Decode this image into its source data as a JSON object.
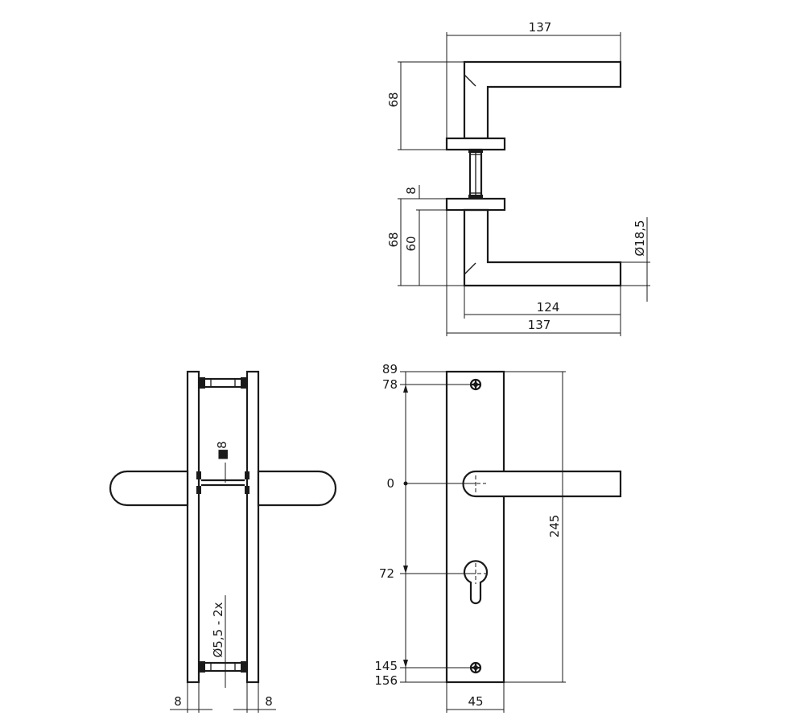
{
  "top_view": {
    "dims": {
      "top_length": "137",
      "top_height": "68",
      "rose_thickness": "8",
      "bottom_height": "68",
      "bottom_inner": "60",
      "grip_diameter": "Ø18,5",
      "bottom_inner_length": "124",
      "bottom_length": "137"
    }
  },
  "side_view": {
    "dims": {
      "spindle": "■8",
      "screw": "Ø5,5 - 2x",
      "left_plate": "8",
      "right_plate": "8"
    }
  },
  "front_view": {
    "dims": {
      "d89": "89",
      "d78": "78",
      "d0": "0",
      "d72": "72",
      "d145": "145",
      "d156": "156",
      "plate_height": "245",
      "plate_width": "45"
    }
  }
}
